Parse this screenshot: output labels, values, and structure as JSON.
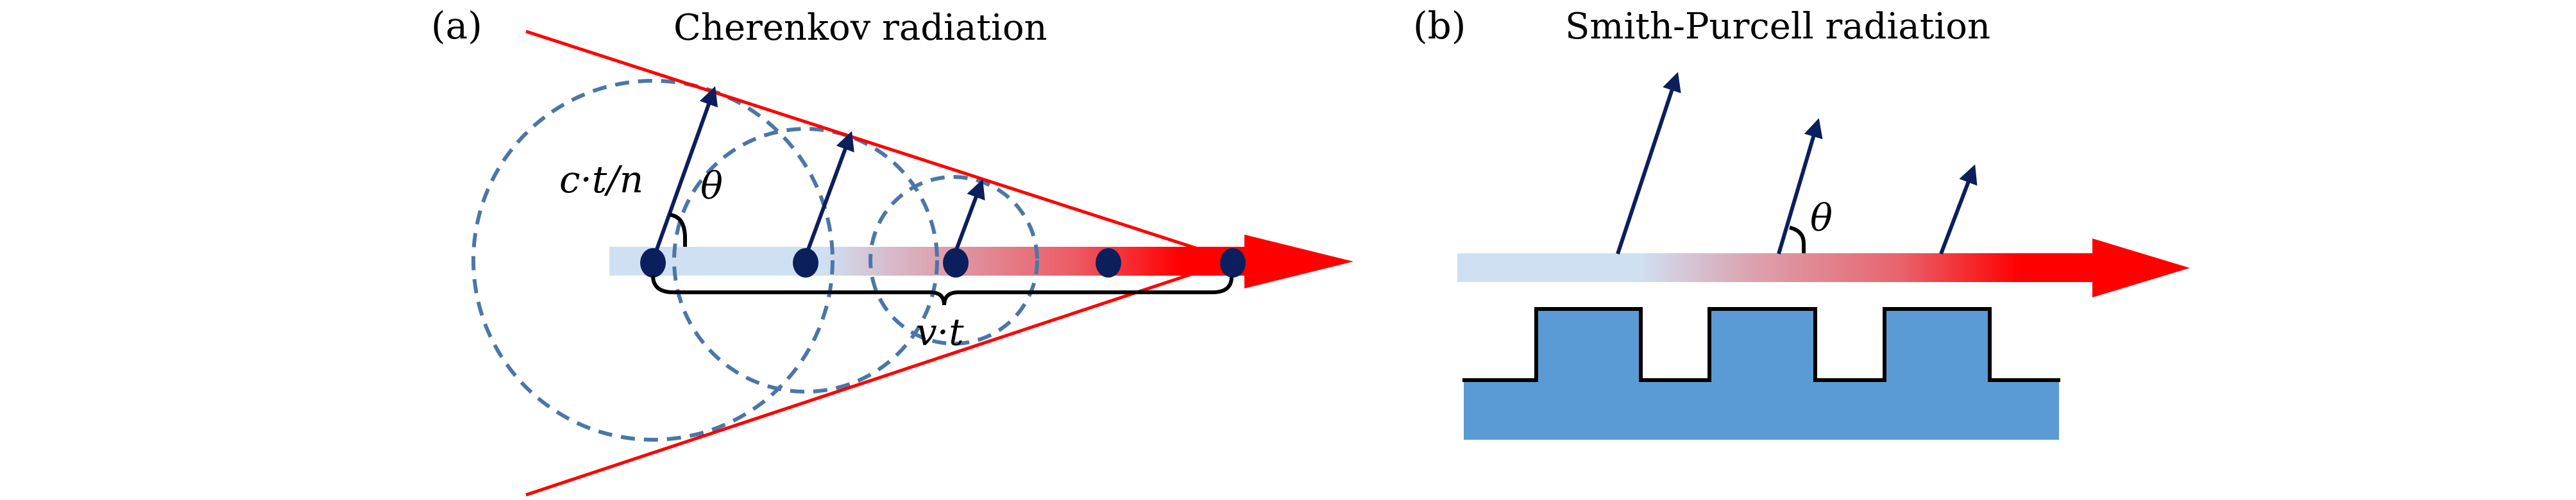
{
  "figure": {
    "panels": [
      {
        "id": "a",
        "label": "(a)",
        "title": "Cherenkov radiation",
        "annotations": {
          "radius_label": "c·t/n",
          "angle_label": "θ",
          "distance_label": "v·t"
        },
        "electron_count": 5,
        "wavefront_count": 3,
        "emission_arrow_count": 3
      },
      {
        "id": "b",
        "label": "(b)",
        "title": "Smith-Purcell radiation",
        "annotations": {
          "angle_label": "θ"
        },
        "emission_arrow_count": 3,
        "grating_tooth_count": 3
      }
    ]
  },
  "colors": {
    "beam_start": "#cfe0f2",
    "beam_end": "#ff0000",
    "cone_line": "#ff0000",
    "wavefront": "#4a77a8",
    "electron": "#0b1f5c",
    "emission_arrow": "#0b1f5c",
    "grating_fill": "#5b9bd5",
    "grating_outline": "#000000",
    "text": "#000000"
  }
}
